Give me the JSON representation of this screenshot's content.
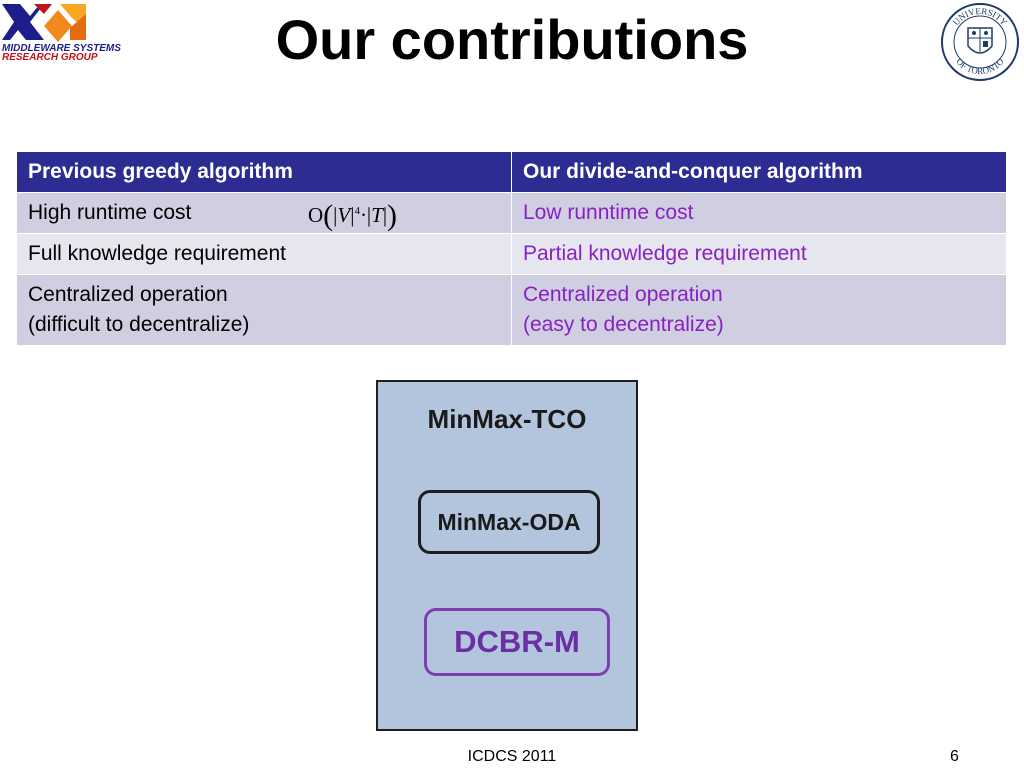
{
  "header": {
    "logo": {
      "line1": "MIDDLEWARE SYSTEMS",
      "line2": "RESEARCH GROUP"
    },
    "title": "Our contributions",
    "seal": {
      "text_top": "UNIVERSITY",
      "text_bottom": "OF TORONTO"
    }
  },
  "comparison_table": {
    "headers": [
      "Previous greedy algorithm",
      "Our divide-and-conquer algorithm"
    ],
    "rows": [
      {
        "previous": "High runtime cost",
        "previous_formula": {
          "O": "O",
          "V": "V",
          "exp": "4",
          "T": "T"
        },
        "ours": "Low runntime cost"
      },
      {
        "previous": "Full knowledge requirement",
        "ours": "Partial knowledge requirement"
      },
      {
        "previous_line1": "Centralized operation",
        "previous_line2": "(difficult to decentralize)",
        "ours_line1": "Centralized operation",
        "ours_line2": "(easy to decentralize)"
      }
    ]
  },
  "diagram": {
    "outer_label": "MinMax-TCO",
    "inner_box_1": "MinMax-ODA",
    "inner_box_2": "DCBR-M"
  },
  "footer": {
    "conference": "ICDCS 2011",
    "page_number": "6"
  },
  "colors": {
    "header_bg": "#2c2c92",
    "ours_text": "#8a1fc4",
    "diagram_bg": "#b3c4dd",
    "dcbr_border": "#7c3fb0"
  }
}
